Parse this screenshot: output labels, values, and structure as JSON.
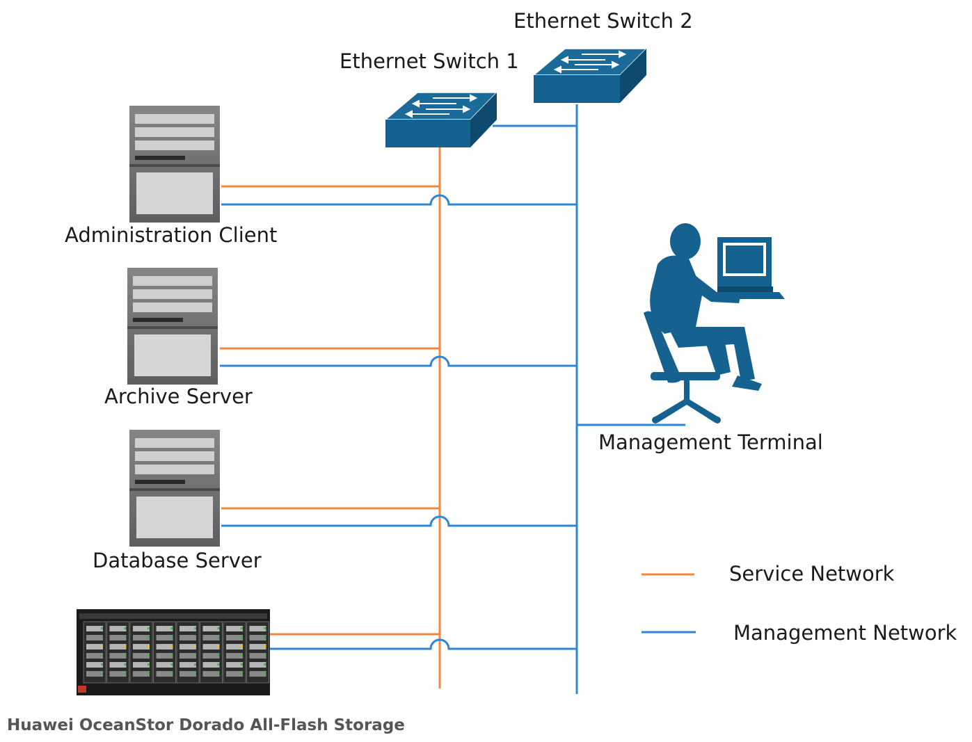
{
  "diagram": {
    "switches": [
      {
        "id": "switch-1",
        "label": "Ethernet Switch 1"
      },
      {
        "id": "switch-2",
        "label": "Ethernet Switch 2"
      }
    ],
    "servers": [
      {
        "id": "administration-client",
        "label": "Administration Client",
        "links": [
          "Service Network",
          "Management Network"
        ]
      },
      {
        "id": "archive-server",
        "label": "Archive Server",
        "links": [
          "Service Network",
          "Management Network"
        ]
      },
      {
        "id": "database-server",
        "label": "Database Server",
        "links": [
          "Service Network",
          "Management Network"
        ]
      }
    ],
    "management_terminal": {
      "label": "Management Terminal",
      "links": [
        "Management Network"
      ]
    },
    "storage": {
      "label": "Huawei OceanStor Dorado All-Flash Storage",
      "links": [
        "Service Network",
        "Management Network"
      ]
    },
    "legend": [
      {
        "label": "Service Network",
        "color": "#f5853f"
      },
      {
        "label": "Management Network",
        "color": "#2d87d1"
      }
    ],
    "colors": {
      "service": "#f5853f",
      "management": "#2d87d1",
      "device_blue": "#15618f",
      "server_gray": "#6e6e70"
    }
  }
}
